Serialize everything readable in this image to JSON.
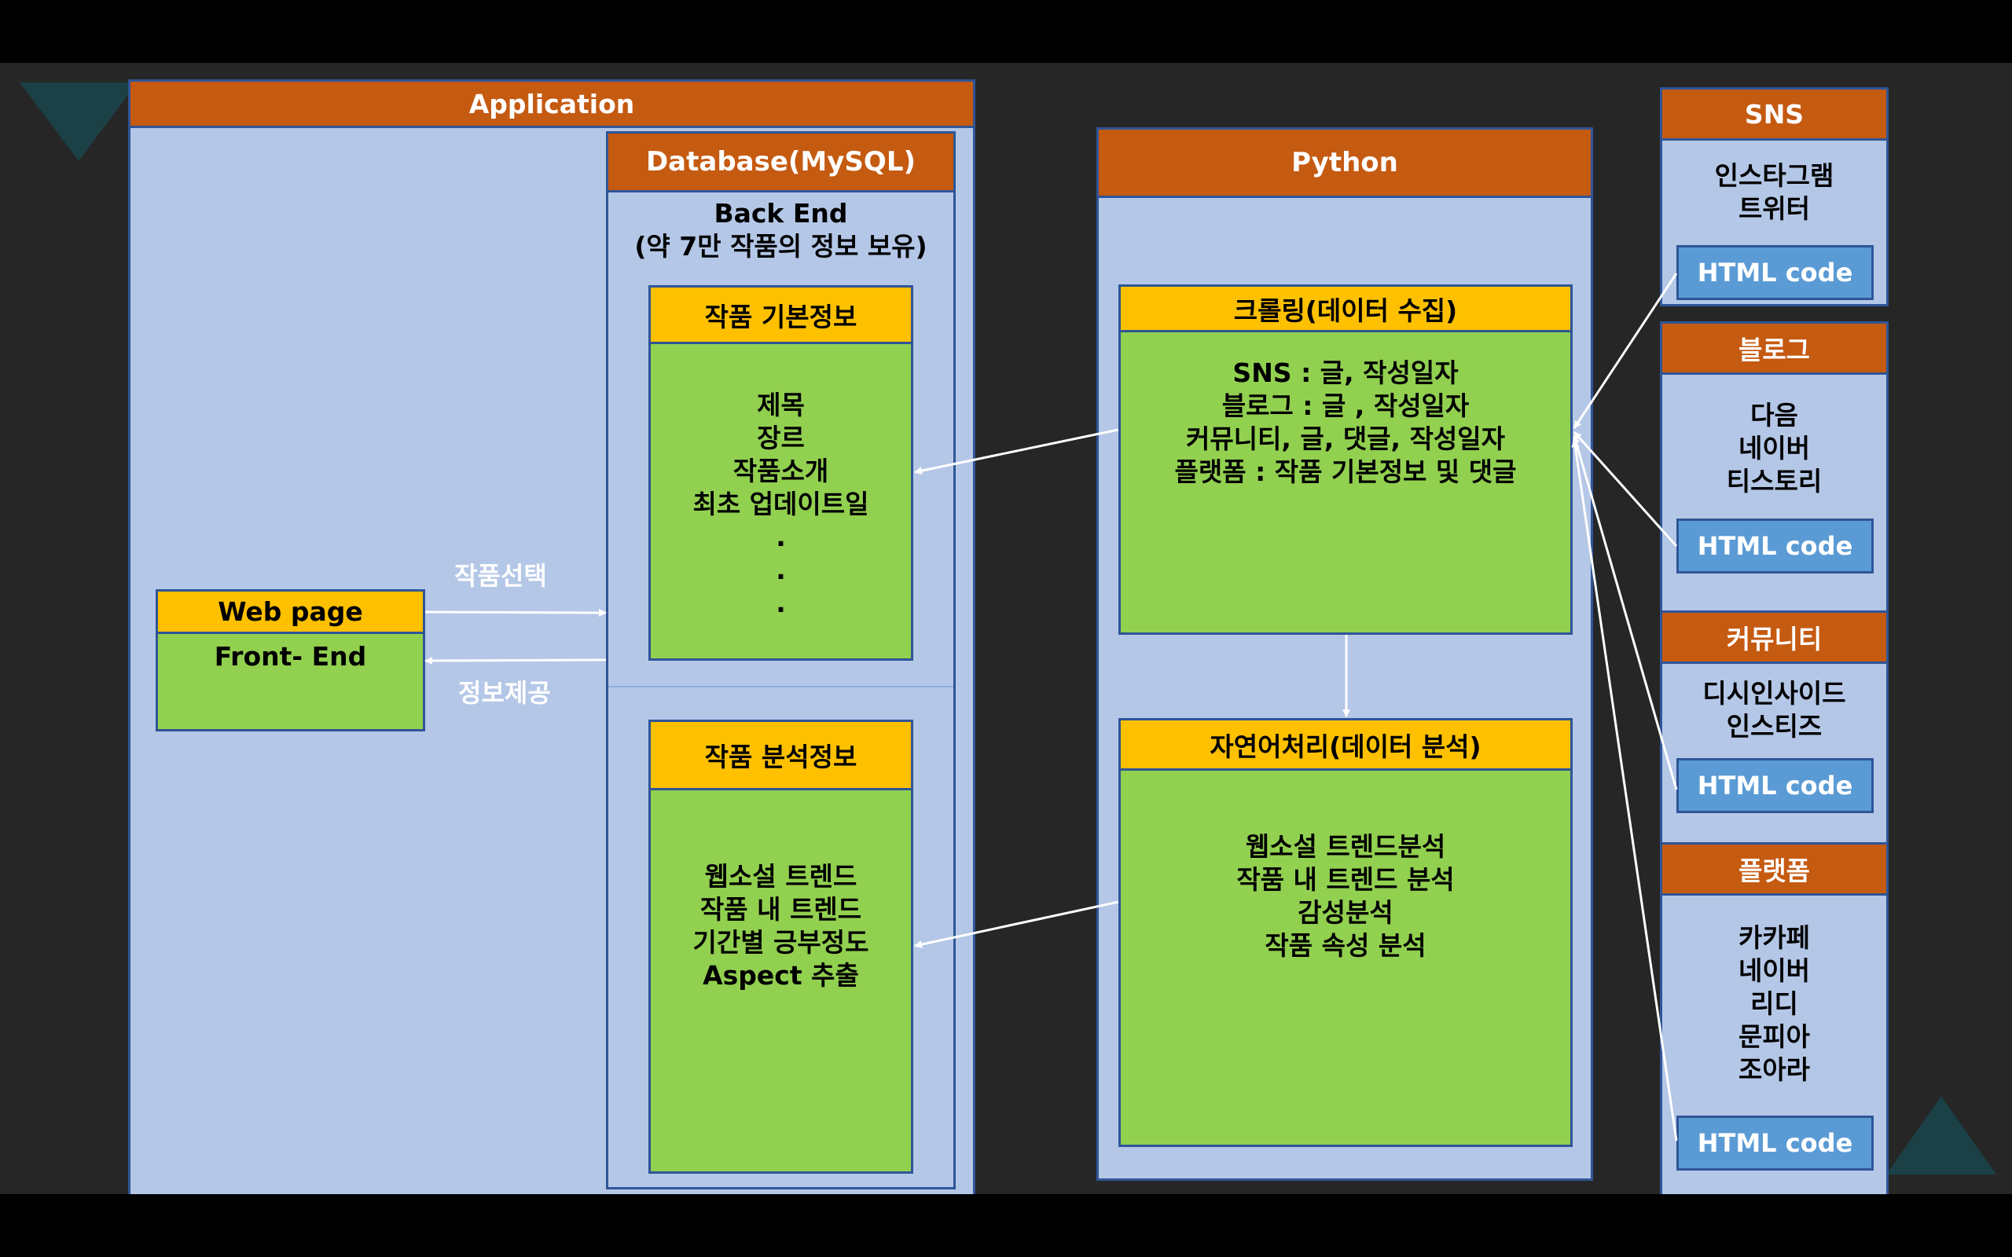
{
  "application": {
    "title": "Application"
  },
  "database": {
    "title": "Database(MySQL)",
    "lines": [
      "Back End",
      "(약 7만 작품의 정보 보유)"
    ],
    "basic_info": {
      "title": "작품 기본정보",
      "lines": [
        "제목",
        "장르",
        "작품소개",
        "최초 업데이트일",
        ".",
        ".",
        "."
      ]
    },
    "analysis_info": {
      "title": "작품 분석정보",
      "lines": [
        "웹소설 트렌드",
        "작품 내 트렌드",
        "기간별 긍부정도",
        "Aspect 추출"
      ]
    }
  },
  "webpage": {
    "title": "Web page",
    "subtitle": "Front- End"
  },
  "arrow_labels": {
    "select": "작품선택",
    "provide": "정보제공"
  },
  "python": {
    "title": "Python",
    "crawling": {
      "title": "크롤링(데이터 수집)",
      "lines": [
        "SNS : 글, 작성일자",
        "블로그 : 글 , 작성일자",
        "커뮤니티, 글, 댓글, 작성일자",
        "플랫폼 : 작품 기본정보 및 댓글"
      ]
    },
    "nlp": {
      "title": "자연어처리(데이터 분석)",
      "lines": [
        "웹소설 트렌드분석",
        "작품 내 트렌드 분석",
        "감성분석",
        "작품 속성 분석"
      ]
    }
  },
  "sources": [
    {
      "title": "SNS",
      "lines": [
        "인스타그램",
        "트위터"
      ],
      "button": "HTML code"
    },
    {
      "title": "블로그",
      "lines": [
        "다음",
        "네이버",
        "티스토리"
      ],
      "button": "HTML code"
    },
    {
      "title": "커뮤니티",
      "lines": [
        "디시인사이드",
        "인스티즈"
      ],
      "button": "HTML code"
    },
    {
      "title": "플랫폼",
      "lines": [
        "카카페",
        "네이버",
        "리디",
        "문피아",
        "조아라"
      ],
      "button": "HTML code"
    }
  ],
  "colors": {
    "panel": "#b4c7e7",
    "header": "#c55a11",
    "subheader": "#ffc000",
    "content": "#92d050",
    "button": "#5b9bd5",
    "background": "#262626"
  }
}
